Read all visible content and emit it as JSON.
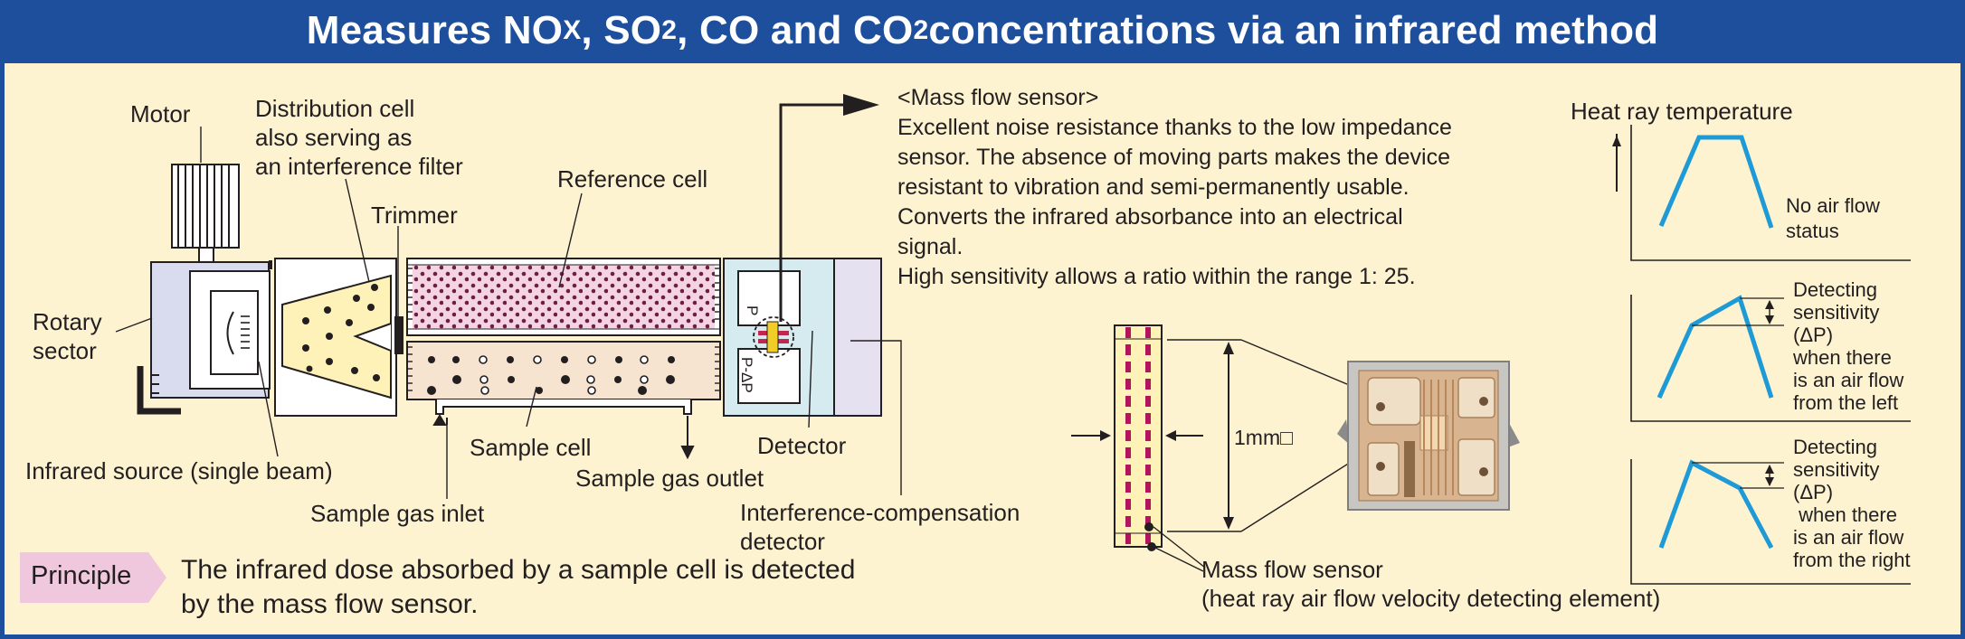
{
  "title": {
    "part1": "Measures NO",
    "sub_x": "X",
    "part2": ", SO",
    "sub_2a": "2",
    "part3": ", CO and CO",
    "sub_2b": "2",
    "part4": " concentrations via an infrared method"
  },
  "labels": {
    "motor": "Motor",
    "distribution_cell": [
      "Distribution cell",
      "also serving as",
      "an interference filter"
    ],
    "trimmer": "Trimmer",
    "reference_cell": "Reference cell",
    "rotary_sector": [
      "Rotary",
      "sector"
    ],
    "infrared_source": "Infrared source (single beam)",
    "sample_cell": "Sample cell",
    "sample_gas_outlet": "Sample gas outlet",
    "sample_gas_inlet": "Sample gas inlet",
    "detector": "Detector",
    "interference_compensation_detector": [
      "Interference-compensation",
      "detector"
    ],
    "chamber_p": "P",
    "chamber_p_dp": "P-ΔP"
  },
  "mass_flow_description": {
    "heading": "<Mass flow sensor>",
    "lines": [
      "Excellent noise resistance thanks to the low impedance",
      "sensor. The absence of moving parts makes the device",
      "resistant to vibration and semi-permanently usable.",
      "Converts the infrared absorbance into an electrical",
      "signal.",
      "High sensitivity allows a ratio within the range 1: 25."
    ]
  },
  "sensor": {
    "size_label": "1mm□",
    "caption": [
      "Mass flow sensor",
      "(heat ray air flow velocity detecting element)"
    ]
  },
  "graphs": {
    "heading": "Heat ray temperature",
    "g1_label": [
      "No air flow",
      "status"
    ],
    "g2_label": [
      "Detecting",
      "sensitivity",
      "(ΔP)",
      "when there",
      "is an air flow",
      "from the left"
    ],
    "g3_label": [
      "Detecting",
      "sensitivity",
      "(ΔP)",
      " when there",
      "is an air flow",
      "from the right"
    ]
  },
  "principle": {
    "tag": "Principle",
    "lines": [
      "The infrared dose absorbed by a sample cell is detected",
      "by the mass flow sensor."
    ]
  },
  "colors": {
    "title_bar": "#1d4f9c",
    "panel": "#fdf3d1",
    "graph_line": "#1e9ad6",
    "tag": "#f0c8de",
    "dots": "#8a1c4a"
  }
}
